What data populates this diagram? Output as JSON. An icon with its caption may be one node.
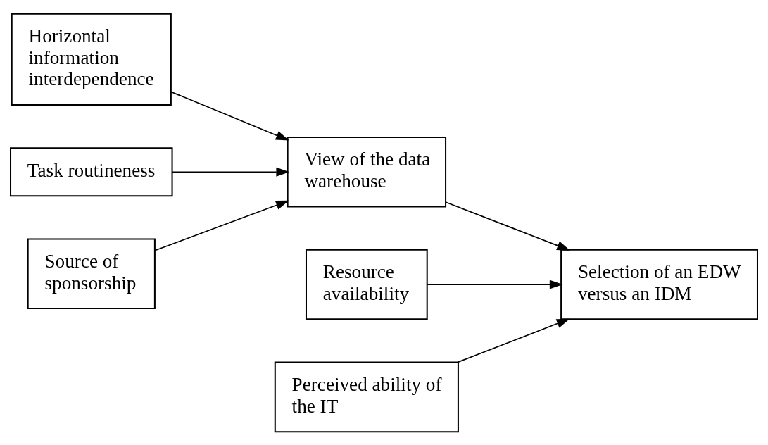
{
  "diagram": {
    "nodes": [
      {
        "text": [
          "Horizontal information interdependence"
        ]
      },
      {
        "text": [
          "Task routineness"
        ]
      },
      {
        "text": [
          "Source of sponsorship"
        ]
      },
      {
        "text": [
          "View of the data warehouse"
        ]
      },
      {
        "text": [
          "Selection of an EDW versus an IDM"
        ]
      },
      {
        "text": [
          "Resource availability"
        ]
      },
      {
        "text": [
          "Perceived ability of the IT"
        ]
      }
    ],
    "edges": [
      {
        "from": 0,
        "to": 3,
        "arrow": "to"
      },
      {
        "from": 1,
        "to": 3,
        "arrow": "to"
      },
      {
        "from": 2,
        "to": 3,
        "arrow": "to"
      },
      {
        "from": 3,
        "to": 4,
        "arrow": "to"
      },
      {
        "from": 5,
        "to": 4,
        "arrow": "to"
      },
      {
        "from": 6,
        "to": 4,
        "arrow": "to"
      }
    ]
  }
}
